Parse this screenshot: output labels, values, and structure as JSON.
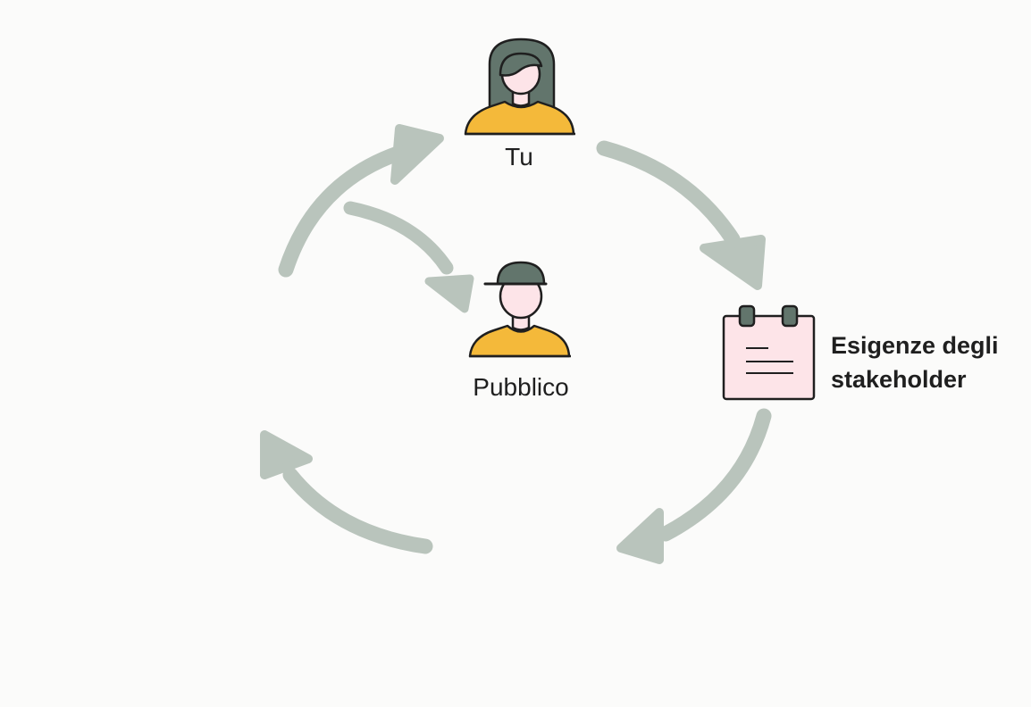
{
  "nodes": {
    "you": {
      "label": "Tu",
      "icon": "woman-avatar-icon"
    },
    "audience": {
      "label": "Pubblico",
      "icon": "man-cap-avatar-icon"
    },
    "stakeholder": {
      "label_line1": "Esigenze degli",
      "label_line2": "stakeholder",
      "icon": "notepad-icon"
    }
  },
  "colors": {
    "arrow": "#b9c4bc",
    "skin": "#fde4e8",
    "shirt": "#f4b93a",
    "hair": "#62756c",
    "outline": "#1f1f1f",
    "notepad": "#fde4e8",
    "background": "#fbfbfa"
  }
}
